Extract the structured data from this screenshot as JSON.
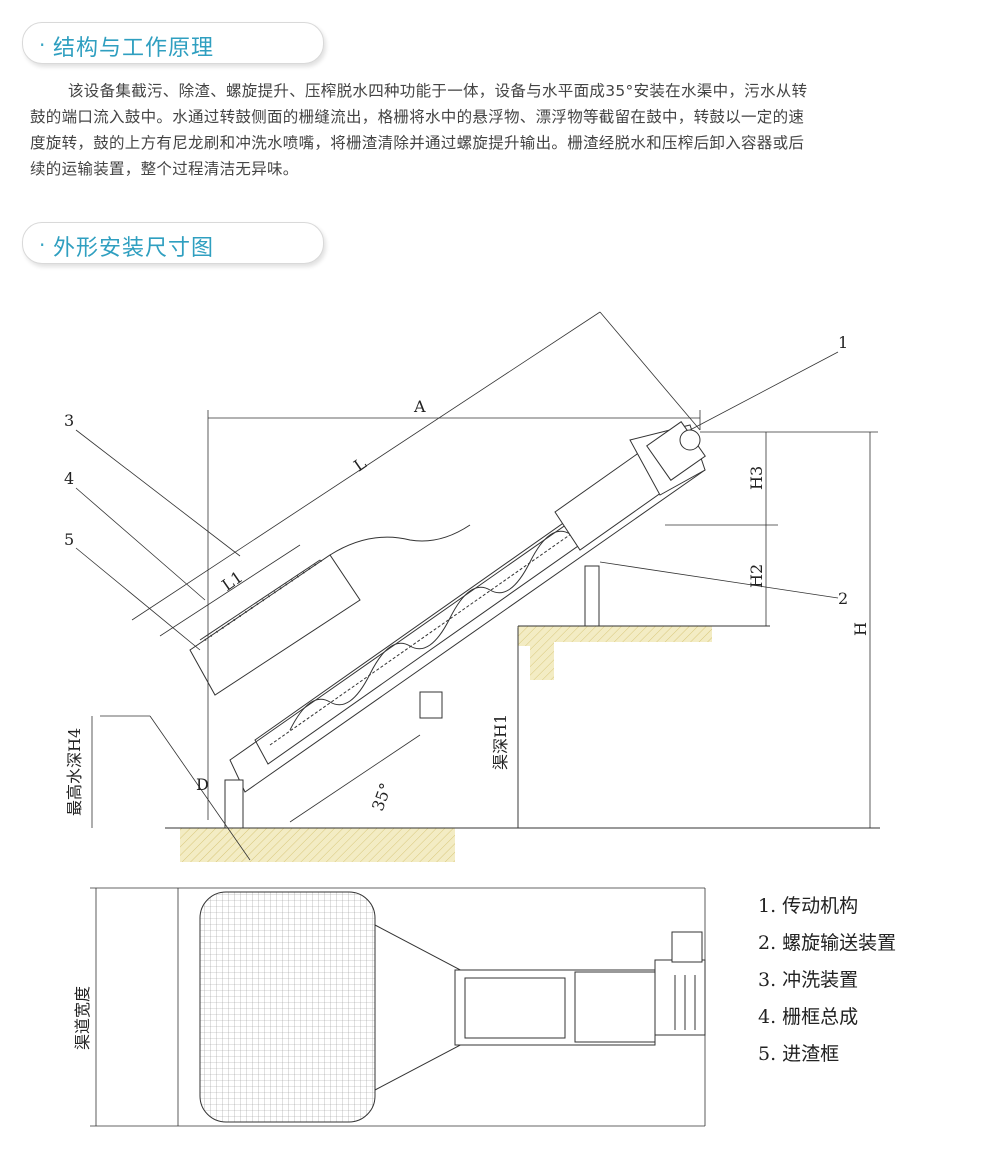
{
  "section1": {
    "title": "结构与工作原理"
  },
  "paragraph": {
    "line1": "该设备集截污、除渣、螺旋提升、压榨脱水四种功能于一体，设备与水平面成35°安装在水渠中，污水从转",
    "line2": "鼓的端口流入鼓中。水通过转鼓侧面的栅缝流出，格栅将水中的悬浮物、漂浮物等截留在鼓中，转鼓以一定的速",
    "line3": "度旋转，鼓的上方有尼龙刷和冲洗水喷嘴，将栅渣清除并通过螺旋提升输出。栅渣经脱水和压榨后卸入容器或后",
    "line4": "续的运输装置，整个过程清洁无异味。"
  },
  "section2": {
    "title": "外形安装尺寸图"
  },
  "drawing": {
    "labels": {
      "n1": "1",
      "n2": "2",
      "n3": "3",
      "n4": "4",
      "n5": "5",
      "A": "A",
      "L": "L",
      "L1": "L1",
      "D": "D",
      "H": "H",
      "H2": "H2",
      "H3": "H3",
      "H1": "渠深H1",
      "H4": "最高水深H4",
      "angle": "35°",
      "width": "渠道宽度"
    }
  },
  "legend": {
    "items": [
      "1. 传动机构",
      "2. 螺旋输送装置",
      "3. 冲洗装置",
      "4. 栅框总成",
      "5. 进渣框"
    ]
  },
  "colors": {
    "accent": "#2f9fc0",
    "ground": "#e9dc9c"
  }
}
